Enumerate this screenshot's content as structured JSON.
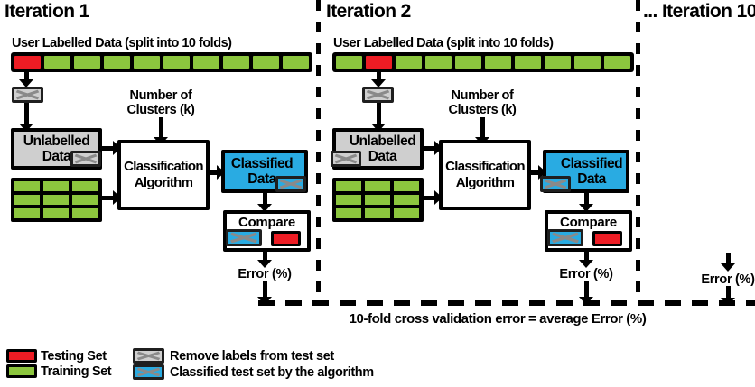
{
  "colors": {
    "testing": "#ed1c24",
    "training": "#8cc63e",
    "classified": "#29abe2",
    "unlabelled": "#cfcfcf",
    "hatchline": "#8a8a8a",
    "ink": "#000000"
  },
  "iterations": [
    {
      "title": "Iteration 1",
      "strip_label": "User Labelled Data (split into 10 folds)",
      "folds": [
        "testing",
        "training",
        "training",
        "training",
        "training",
        "training",
        "training",
        "training",
        "training",
        "training"
      ],
      "clusters_label": "Number of Clusters (k)",
      "unlabelled_label": "Unlabelled Data",
      "algorithm_label": "Classification Algorithm",
      "classified_label": "Classified Data",
      "compare_label": "Compare",
      "error_label": "Error (%)"
    },
    {
      "title": "Iteration 2",
      "strip_label": "User Labelled Data (split into 10 folds)",
      "folds": [
        "training",
        "testing",
        "training",
        "training",
        "training",
        "training",
        "training",
        "training",
        "training",
        "training"
      ],
      "clusters_label": "Number of Clusters (k)",
      "unlabelled_label": "Unlabelled Data",
      "algorithm_label": "Classification Algorithm",
      "classified_label": "Classified Data",
      "compare_label": "Compare",
      "error_label": "Error (%)"
    },
    {
      "title": "... Iteration 10",
      "error_label": "Error (%)"
    }
  ],
  "training_grid": [
    "training",
    "training",
    "training",
    "training",
    "training",
    "training",
    "training",
    "training",
    "training"
  ],
  "footer_caption": "10-fold cross validation error = average Error (%)",
  "legend": {
    "items": [
      {
        "label": "Testing Set"
      },
      {
        "label": "Training Set"
      },
      {
        "label": "Remove labels from test set"
      },
      {
        "label": "Classified test set by the algorithm"
      }
    ]
  }
}
